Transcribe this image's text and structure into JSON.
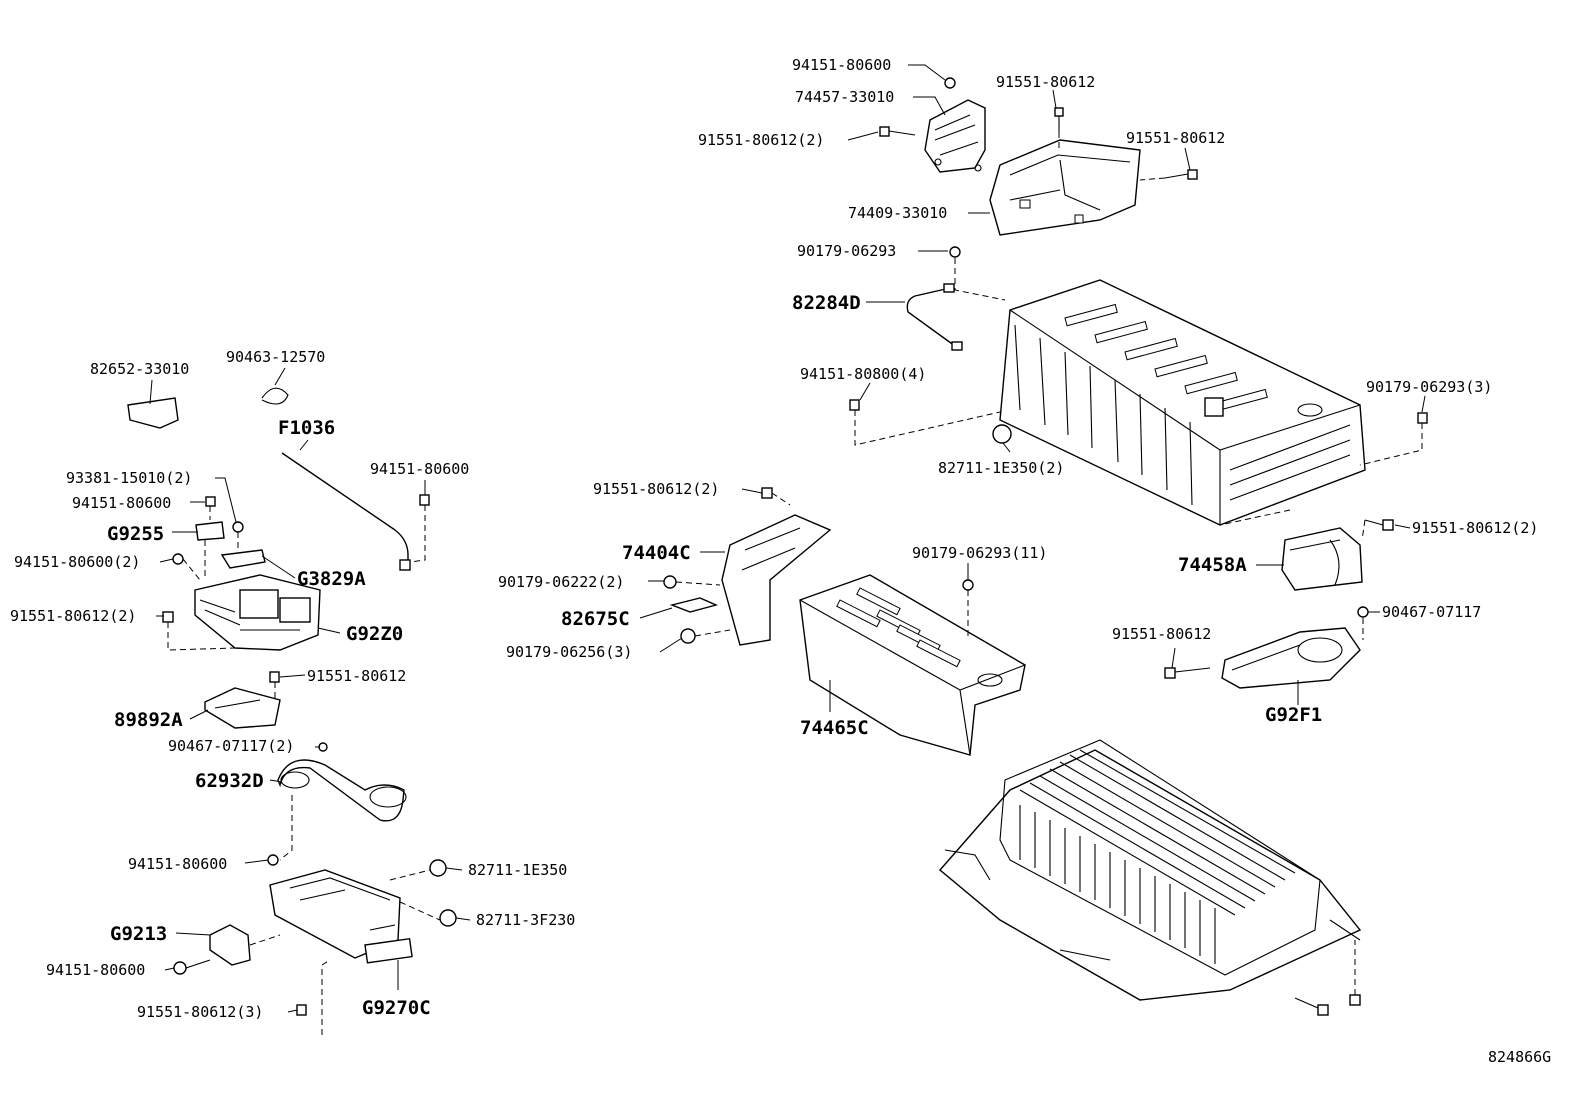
{
  "reference_code": "824866G",
  "part_labels": [
    {
      "id": "p01",
      "text": "94151-80600"
    },
    {
      "id": "p02",
      "text": "91551-80612"
    },
    {
      "id": "p03",
      "text": "74457-33010"
    },
    {
      "id": "p04",
      "text": "91551-80612(2)"
    },
    {
      "id": "p05",
      "text": "91551-80612"
    },
    {
      "id": "p06",
      "text": "74409-33010"
    },
    {
      "id": "p07",
      "text": "90179-06293"
    },
    {
      "id": "p08",
      "text": "82284D"
    },
    {
      "id": "p09",
      "text": "94151-80800(4)"
    },
    {
      "id": "p10",
      "text": "90179-06293(3)"
    },
    {
      "id": "p11",
      "text": "82711-1E350(2)"
    },
    {
      "id": "p12",
      "text": "82652-33010"
    },
    {
      "id": "p13",
      "text": "90463-12570"
    },
    {
      "id": "p14",
      "text": "F1036"
    },
    {
      "id": "p15",
      "text": "94151-80600"
    },
    {
      "id": "p16",
      "text": "93381-15010(2)"
    },
    {
      "id": "p17",
      "text": "94151-80600"
    },
    {
      "id": "p18",
      "text": "G9255"
    },
    {
      "id": "p19",
      "text": "94151-80600(2)"
    },
    {
      "id": "p20",
      "text": "G3829A"
    },
    {
      "id": "p21",
      "text": "91551-80612(2)"
    },
    {
      "id": "p22",
      "text": "G92Z0"
    },
    {
      "id": "p23",
      "text": "91551-80612"
    },
    {
      "id": "p24",
      "text": "89892A"
    },
    {
      "id": "p25",
      "text": "90467-07117(2)"
    },
    {
      "id": "p26",
      "text": "62932D"
    },
    {
      "id": "p27",
      "text": "94151-80600"
    },
    {
      "id": "p28",
      "text": "82711-1E350"
    },
    {
      "id": "p29",
      "text": "82711-3F230"
    },
    {
      "id": "p30",
      "text": "G9213"
    },
    {
      "id": "p31",
      "text": "94151-80600"
    },
    {
      "id": "p32",
      "text": "91551-80612(3)"
    },
    {
      "id": "p33",
      "text": "G9270C"
    },
    {
      "id": "p34",
      "text": "91551-80612(2)"
    },
    {
      "id": "p35",
      "text": "74404C"
    },
    {
      "id": "p36",
      "text": "90179-06222(2)"
    },
    {
      "id": "p37",
      "text": "82675C"
    },
    {
      "id": "p38",
      "text": "90179-06256(3)"
    },
    {
      "id": "p39",
      "text": "90179-06293(11)"
    },
    {
      "id": "p40",
      "text": "74465C"
    },
    {
      "id": "p41",
      "text": "91551-80612(2)"
    },
    {
      "id": "p42",
      "text": "74458A"
    },
    {
      "id": "p43",
      "text": "90467-07117"
    },
    {
      "id": "p44",
      "text": "91551-80612"
    },
    {
      "id": "p45",
      "text": "G92F1"
    }
  ]
}
